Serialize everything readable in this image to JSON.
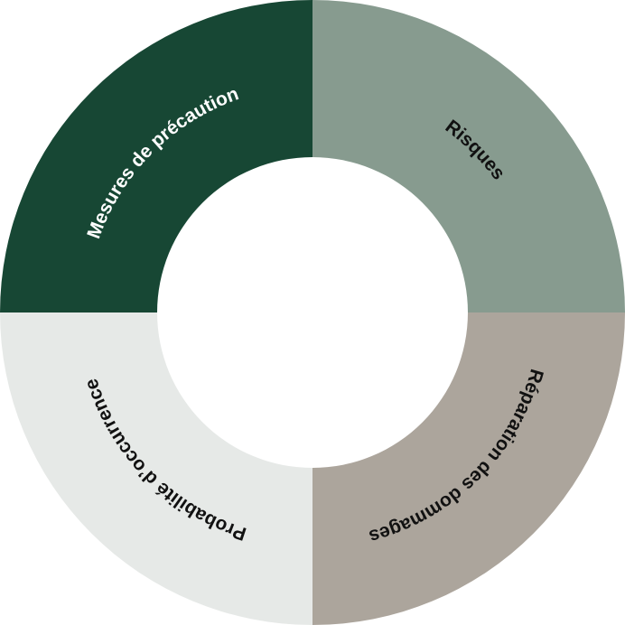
{
  "diagram": {
    "segments": [
      {
        "label": "Mesures de précaution",
        "color": "#174734",
        "text_color": "#ffffff"
      },
      {
        "label": "Risques",
        "color": "#879b8f",
        "text_color": "#111111"
      },
      {
        "label": "Réparation des dommages",
        "color": "#aca59c",
        "text_color": "#111111"
      },
      {
        "label": "Probabilité d’occurrence",
        "color": "#e6e9e7",
        "text_color": "#111111"
      }
    ]
  }
}
